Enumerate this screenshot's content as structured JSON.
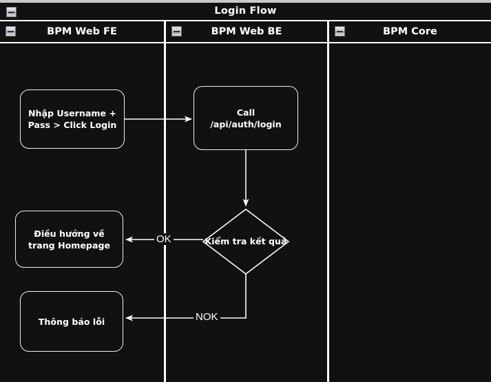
{
  "diagram": {
    "type": "flowchart-swimlane",
    "pool": {
      "title": "Login Flow",
      "collapse_icon": "minus-box-icon"
    },
    "lanes": [
      {
        "id": "fe",
        "label": "BPM Web FE",
        "collapse_icon": "minus-box-icon"
      },
      {
        "id": "be",
        "label": "BPM Web BE",
        "collapse_icon": "minus-box-icon"
      },
      {
        "id": "core",
        "label": "BPM Core",
        "collapse_icon": "minus-box-icon"
      }
    ],
    "nodes": [
      {
        "id": "task-login",
        "lane": "fe",
        "shape": "rounded-rect",
        "text": "Nhập Username + Pass > Click Login"
      },
      {
        "id": "task-call",
        "lane": "be",
        "shape": "rounded-rect",
        "text": "Call /api/auth/login"
      },
      {
        "id": "gateway-check",
        "lane": "be",
        "shape": "diamond",
        "text": "Kiểm tra kết quả"
      },
      {
        "id": "task-home",
        "lane": "fe",
        "shape": "rounded-rect",
        "text": "Điều hướng về trang Homepage"
      },
      {
        "id": "task-error",
        "lane": "fe",
        "shape": "rounded-rect",
        "text": "Thông báo lỗi"
      }
    ],
    "edges": [
      {
        "from": "task-login",
        "to": "task-call",
        "label": ""
      },
      {
        "from": "task-call",
        "to": "gateway-check",
        "label": ""
      },
      {
        "from": "gateway-check",
        "to": "task-home",
        "label": "OK"
      },
      {
        "from": "gateway-check",
        "to": "task-error",
        "label": "NOK"
      }
    ],
    "colors": {
      "background": "#111111",
      "stroke": "#ffffff",
      "text": "#ffffff",
      "page": "#c8c8c8",
      "icon_face": "#cfcfd6"
    }
  }
}
